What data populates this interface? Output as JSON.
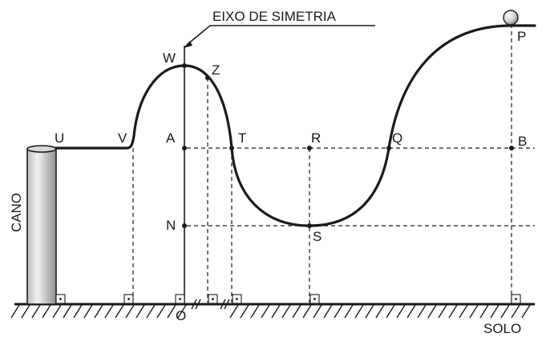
{
  "diagram": {
    "title": "EIXO DE SIMETRIA",
    "pipe_label": "CANO",
    "ground_label": "SOLO",
    "points": {
      "U": "U",
      "V": "V",
      "W": "W",
      "Z": "Z",
      "A": "A",
      "T": "T",
      "R": "R",
      "Q": "Q",
      "B": "B",
      "P": "P",
      "N": "N",
      "S": "S",
      "O": "O"
    },
    "colors": {
      "line": "#1a1a1a",
      "pipe_light": "#f2f2f2",
      "pipe_dark": "#9a9a9a",
      "ball_light": "#f5f5f5",
      "ball_dark": "#8c8c8c"
    }
  }
}
